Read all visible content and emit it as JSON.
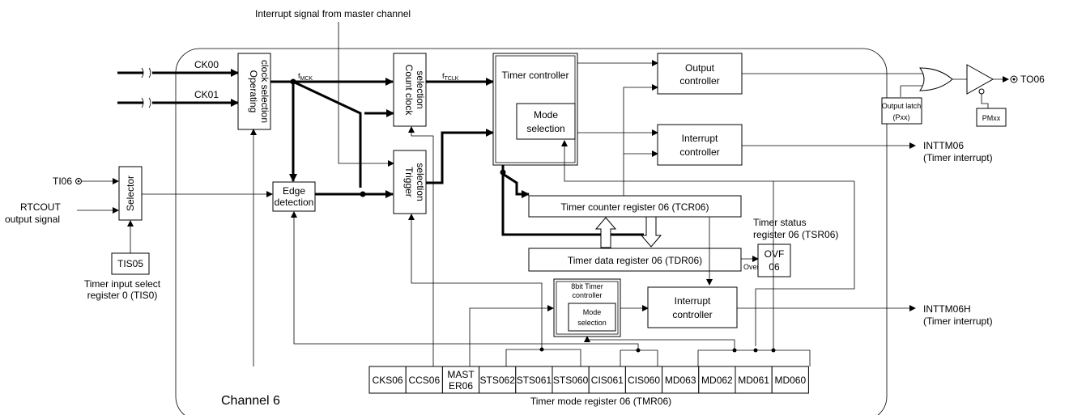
{
  "labels": {
    "interrupt_from_master": "Interrupt signal from master channel",
    "ck00": "CK00",
    "ck01": "CK01",
    "fmck_main": "f",
    "fmck_sub": "MCK",
    "ftclk_main": "f",
    "ftclk_sub": "TCLK",
    "operating_clock_l1": "Operating",
    "operating_clock_l2": "clock selection",
    "count_clock_l1": "Count clock",
    "count_clock_l2": "selection",
    "trigger_l1": "Trigger",
    "trigger_l2": "selection",
    "timer_controller": "Timer controller",
    "mode_selection_l1": "Mode",
    "mode_selection_l2": "selection",
    "output_controller_l1": "Output",
    "output_controller_l2": "controller",
    "interrupt_controller_l1": "Interrupt",
    "interrupt_controller_l2": "controller",
    "edge_l1": "Edge",
    "edge_l2": "detection",
    "selector": "Selector",
    "ti06": "TI06",
    "rtcout_l1": "RTCOUT",
    "rtcout_l2": "output signal",
    "tis05": "TIS05",
    "tis0_l1": "Timer input select",
    "tis0_l2": "register 0 (TIS0)",
    "tcr06": "Timer counter register 06 (TCR06)",
    "tdr06": "Timer data register 06 (TDR06)",
    "tsr_l1": "Timer status",
    "tsr_l2": "register 06 (TSR06)",
    "ovf_l1": "OVF",
    "ovf_l2": "06",
    "overflow": "Overflow",
    "tmr8_l1": "8bit Timer",
    "tmr8_l2": "controller",
    "tmr8_mode_l1": "Mode",
    "tmr8_mode_l2": "selection",
    "output_latch_l1": "Output latch",
    "output_latch_l2": "(Pxx)",
    "pmxx": "PMxx",
    "to06": "TO06",
    "inttm06": "INTTM06",
    "inttm06_sub": "(Timer interrupt)",
    "inttm06h": "INTTM06H",
    "inttm06h_sub": "(Timer interrupt)",
    "channel": "Channel 6",
    "tmr06": "Timer mode register 06 (TMR06)"
  },
  "register_bits": [
    "CKS06",
    "CCS06",
    "MAST ER06",
    "STS062",
    "STS061",
    "STS060",
    "CIS061",
    "CIS060",
    "MD063",
    "MD062",
    "MD061",
    "MD060"
  ],
  "register_bits_display": [
    {
      "l1": "CKS06",
      "l2": ""
    },
    {
      "l1": "CCS06",
      "l2": ""
    },
    {
      "l1": "MAST",
      "l2": "ER06"
    },
    {
      "l1": "STS062",
      "l2": ""
    },
    {
      "l1": "STS061",
      "l2": ""
    },
    {
      "l1": "STS060",
      "l2": ""
    },
    {
      "l1": "CIS061",
      "l2": ""
    },
    {
      "l1": "CIS060",
      "l2": ""
    },
    {
      "l1": "MD063",
      "l2": ""
    },
    {
      "l1": "MD062",
      "l2": ""
    },
    {
      "l1": "MD061",
      "l2": ""
    },
    {
      "l1": "MD060",
      "l2": ""
    }
  ]
}
